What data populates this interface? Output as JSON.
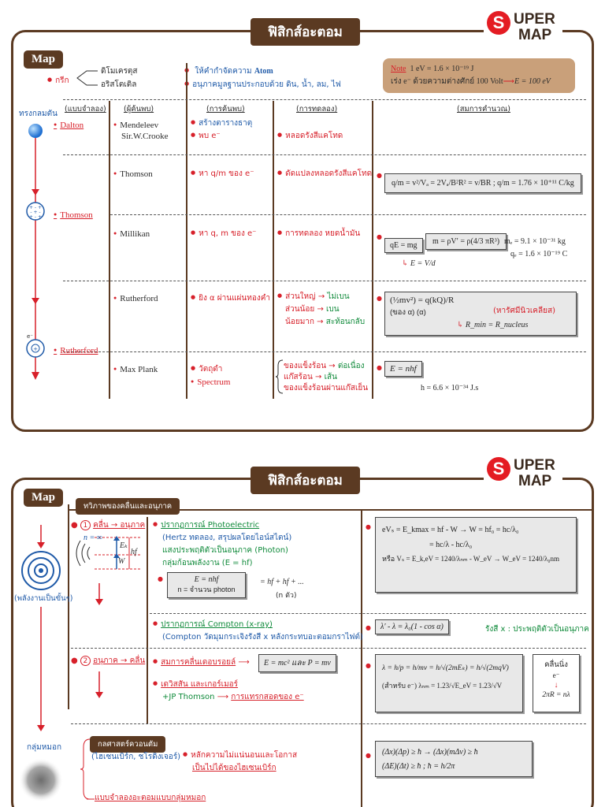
{
  "panel1": {
    "title": "ฟิสิกส์อะตอม",
    "logo": {
      "s": "S",
      "line1": "UPER",
      "line2": "MAP"
    },
    "map_badge": "Map",
    "greek": "กรีก",
    "democritus": "ดิโมเครตุส",
    "aristotle": "อริสโตเติล",
    "atom_meaning_prefix": "ให้คำกำจัดความ",
    "atom_word": "Atom",
    "elements": "อนุภาคมูลฐานประกอบด้วย ดิน, น้ำ, ลม, ไฟ",
    "note_label": "Note",
    "note_line1": "1 eV = 1.6 × 10⁻¹⁹ J",
    "note_line2a": "เร่ง e⁻ ด้วยความต่างศักย์ 100 Volt",
    "note_line2b": "E = 100 eV",
    "sphere_label": "ทรงกลมตัน",
    "headers": [
      "(แบบจำลอง)",
      "(ผู้ค้นพบ)",
      "(การค้นพบ)",
      "(การทดลอง)",
      "(สมการคำนวณ)"
    ],
    "models": [
      "Dalton",
      "Thomson",
      "Rutherford"
    ],
    "discoverers": [
      "Mendeleev",
      "Sir.W.Crooke",
      "Thomson",
      "Millikan",
      "Rutherford",
      "Max Plank"
    ],
    "discoveries": {
      "periodic": "สร้างตารางธาตุ",
      "found_e": "พบ e⁻",
      "thomson": "หา q/m ของ e⁻",
      "millikan": "หา q, m ของ e⁻",
      "rutherford": "ยิง α ผ่านแผ่นทองคำ",
      "blackbody": "วัตถุดำ",
      "spectrum": "Spectrum"
    },
    "experiments": {
      "crooke": "หลอดรังสีแคโทด",
      "thomson": "ดัดแปลงหลอดรังสีแคโทด",
      "millikan": "การทดลอง หยดน้ำมัน",
      "r1a": "ส่วนใหญ่",
      "r1b": "ไม่เบน",
      "r2a": "ส่วนน้อย",
      "r2b": "เบน",
      "r3a": "น้อยมาก",
      "r3b": "สะท้อนกลับ",
      "p1a": "ของแข็งร้อน",
      "p1b": "ต่อเนื่อง",
      "p2a": "แก๊สร้อน",
      "p2b": "เส้น",
      "p3": "ของแข็งร้อนผ่านแก๊สเย็น"
    },
    "equations": {
      "thomson": "q/m = v²/Vₐ = 2Vₐ/B²R² = v/BR ; q/m = 1.76 × 10⁺¹¹ C/kg",
      "millikan_a": "qE = mg",
      "millikan_b": "m = ρV′ = ρ(4/3 πR³)",
      "millikan_c": "mₑ = 9.1 × 10⁻³¹ kg",
      "millikan_d": "qₑ = 1.6 × 10⁻¹⁹ C",
      "millikan_e": "E = V/d",
      "rutherford_a": "(½mv²) = q(kQ)/R",
      "rutherford_b": "(ของ α)   (α)",
      "rutherford_c": "R_min = R_nucleus",
      "rutherford_d": "(หารัศมีนิวเคลียส)",
      "planck_a": "E = nhf",
      "planck_b": "h = 6.6 × 10⁻³⁴   J.s"
    }
  },
  "panel2": {
    "title": "ฟิสิกส์อะตอม",
    "logo": {
      "s": "S",
      "line1": "UPER",
      "line2": "MAP"
    },
    "map_badge": "Map",
    "section_tab": "ทวิภาพของคลื่นและอนุภาค",
    "energy_levels": "(พลังงานเป็นขั้นๆ)",
    "item1": "คลื่น → อนุภาค",
    "item1_num": "1",
    "n_inf": "n = ∞",
    "ek": "Eₖ",
    "w": "W",
    "hf": "hf",
    "photo_title": "ปรากฏการณ์ Photoelectric",
    "photo_sub": "(Hertz ทดลอง, สรุปผลโดยไอน์สไตน์)",
    "photo_l2": "แสงประพฤติตัวเป็นอนุภาค (Photon)",
    "photo_l3": "กลุ่มก้อนพลังงาน (E = hf)",
    "photon_eq1": "E = nhf",
    "photon_eq2": "n = จำนวน photon",
    "photon_sum": "= hf + hf + ...",
    "photon_sum_n": "(n ตัว)",
    "pe_eq1": "eVₛ = E_kmax = hf - W → W = hf₀ = hc/λ₀",
    "pe_eq2": "= hc/λ - hc/λ₀",
    "pe_eq3": "หรือ Vₛ = E_k,eV = 1240/λₙₘ - W_eV → W_eV = 1240/λ₀nm",
    "compton_title": "ปรากฏการณ์ Compton (x-ray)",
    "compton_sub": "(Compton วัดมุมกระเจิงรังสี x หลังกระทบอะตอมกราไฟต์)",
    "compton_eq": "λ′ - λ = λ₀(1 - cos α)",
    "compton_note": "รังสี x : ประพฤติตัวเป็นอนุภาค",
    "item2": "อนุภาค → คลื่น",
    "item2_num": "2",
    "debroglie_title": "สมการคลื่นเดอบรอยล์",
    "debroglie_eq": "E = mc² และ P = mv",
    "davisson_title": "เดวิสสัน และเกอร์เมอร์",
    "davisson_sub": "+JP Thomson",
    "davisson_link": "การแทรกสอดของ e⁻",
    "db_eq1": "λ = h/p = h/mv = h/√(2mEₖ) = h/√(2mqV)",
    "db_eq2": "(สำหรับ e⁻)  λₙₘ = 1.23/√E_eV = 1.23/√V",
    "standing_title": "คลื่นนิ่ง",
    "standing_e": "e⁻",
    "standing_eq": "2πR = nλ",
    "cloud_label": "กลุ่มหมอก",
    "qm_tab": "กลศาสตร์ควอนตัม",
    "qm_names": "(ไฮเซนเบิร์ก, ชโรดิงเจอร์)",
    "uncert_title": "หลักความไม่แน่นอนและโอกาส",
    "uncert_sub": "เป็นไปได้ของไฮเซนเบิร์ก",
    "cloud_model": "แบบจำลองอะตอมแบบกลุ่มหมอก",
    "uncert_eq1": "(Δx)(Δp) ≥ ħ → (Δx)(mΔv) ≥ ħ",
    "uncert_eq2": "(ΔE)(Δt) ≥ ħ ; ħ = h/2π"
  }
}
